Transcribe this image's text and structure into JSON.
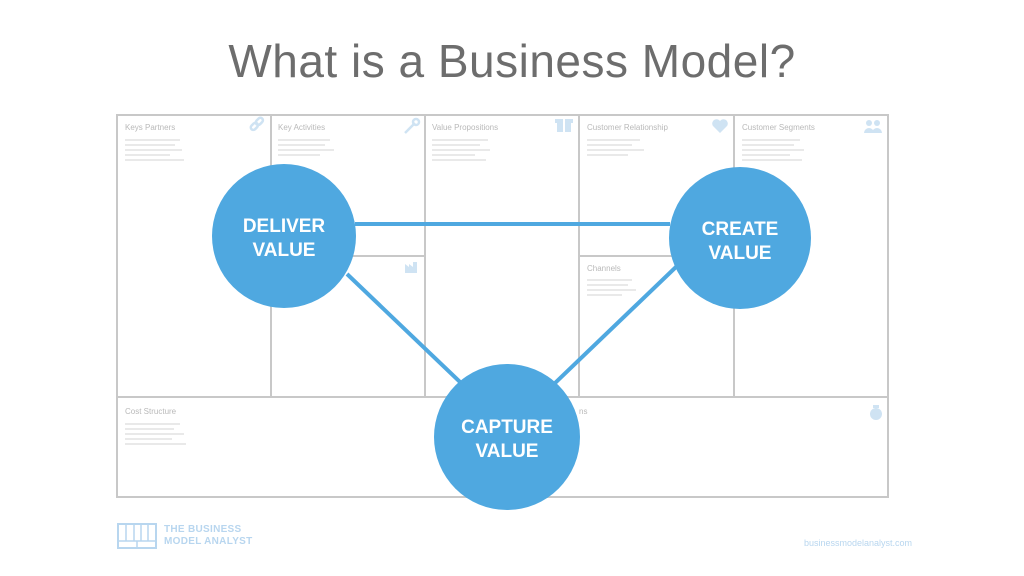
{
  "title": "What is a Business Model?",
  "canvas": {
    "cells": {
      "key_partners": "Keys Partners",
      "key_activities": "Key Activities",
      "value_propositions": "Value Propositions",
      "customer_relationship": "Customer Relationship",
      "customer_segments": "Customer Segments",
      "channels": "Channels",
      "cost_structure": "Cost Structure",
      "revenue_streams_partial": "ns"
    }
  },
  "circles": {
    "deliver": {
      "line1": "DELIVER",
      "line2": "VALUE"
    },
    "create": {
      "line1": "CREATE",
      "line2": "VALUE"
    },
    "capture": {
      "line1": "CAPTURE",
      "line2": "VALUE"
    }
  },
  "footer": {
    "brand_line1": "THE BUSINESS",
    "brand_line2": "MODEL ANALYST",
    "website": "businessmodelanalyst.com"
  },
  "colors": {
    "accent": "#4fa8e0",
    "grid": "#c8c8c8",
    "title": "#6d6d6d",
    "faded": "#b8d6ef"
  }
}
